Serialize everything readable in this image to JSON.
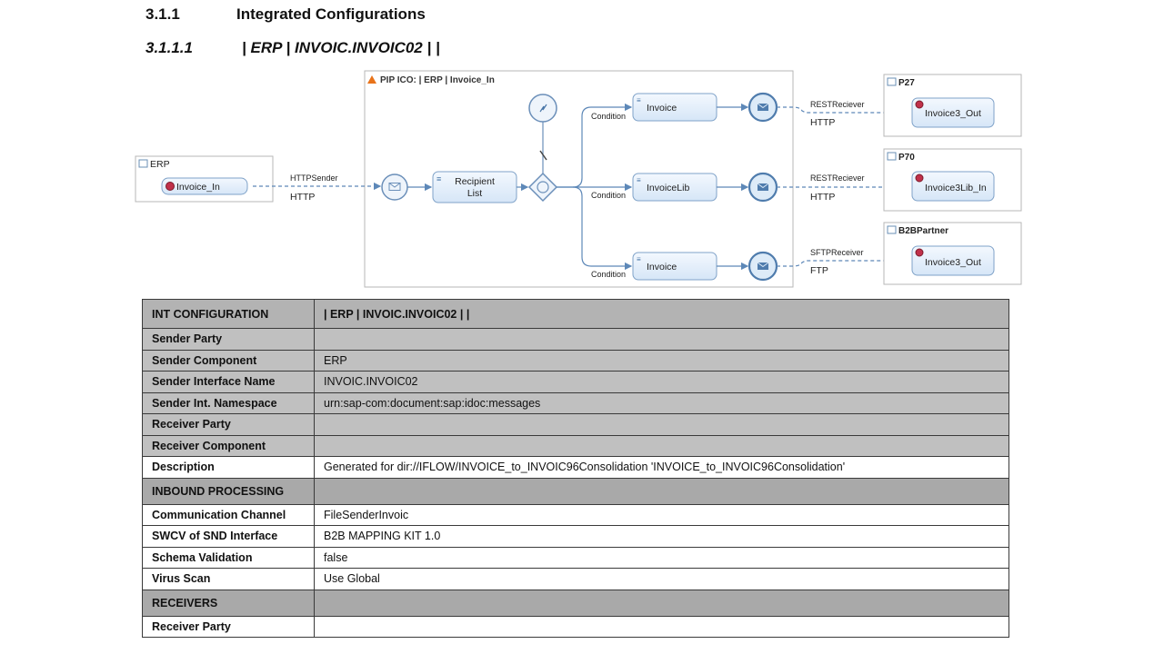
{
  "heading1": {
    "number": "3.1.1",
    "title": "Integrated Configurations"
  },
  "heading2": {
    "number": "3.1.1.1",
    "title": "| ERP | INVOIC.INVOIC02 |  |"
  },
  "diagram": {
    "pip_title": "PIP ICO:    | ERP  | Invoice_In",
    "sender": {
      "box": "ERP",
      "interface": "Invoice_In"
    },
    "sender_channel": {
      "name": "HTTPSender",
      "protocol": "HTTP"
    },
    "recipient_list": "Recipient List",
    "condition_label": "Condition",
    "branches": [
      {
        "step": "Invoice",
        "channel": "RESTReciever",
        "protocol": "HTTP",
        "receiver_box": "P27",
        "receiver_interface": "Invoice3_Out"
      },
      {
        "step": "InvoiceLib",
        "channel": "RESTReciever",
        "protocol": "HTTP",
        "receiver_box": "P70",
        "receiver_interface": "Invoice3Lib_In"
      },
      {
        "step": "Invoice",
        "channel": "SFTPReceiver",
        "protocol": "FTP",
        "receiver_box": "B2BPartner",
        "receiver_interface": "Invoice3_Out"
      }
    ]
  },
  "table": {
    "header": {
      "key": "INT CONFIGURATION",
      "value": "| ERP | INVOIC.INVOIC02 |  |"
    },
    "rows_main": [
      {
        "key": "Sender Party",
        "value": ""
      },
      {
        "key": "Sender Component",
        "value": "ERP"
      },
      {
        "key": "Sender Interface Name",
        "value": "INVOIC.INVOIC02"
      },
      {
        "key": "Sender Int. Namespace",
        "value": "urn:sap-com:document:sap:idoc:messages"
      },
      {
        "key": "Receiver Party",
        "value": ""
      },
      {
        "key": "Receiver Component",
        "value": ""
      },
      {
        "key": "Description",
        "value": "Generated for dir://IFLOW/INVOICE_to_INVOIC96Consolidation 'INVOICE_to_INVOIC96Consolidation'"
      }
    ],
    "section_inbound": "INBOUND PROCESSING",
    "rows_inbound": [
      {
        "key": "Communication Channel",
        "value": "FileSenderInvoic"
      },
      {
        "key": "SWCV of SND Interface",
        "value": "B2B MAPPING KIT 1.0"
      },
      {
        "key": "Schema Validation",
        "value": "false"
      },
      {
        "key": "Virus Scan",
        "value": "Use Global"
      }
    ],
    "section_receivers": "RECEIVERS",
    "rows_receivers": [
      {
        "key": "Receiver Party",
        "value": ""
      }
    ]
  }
}
